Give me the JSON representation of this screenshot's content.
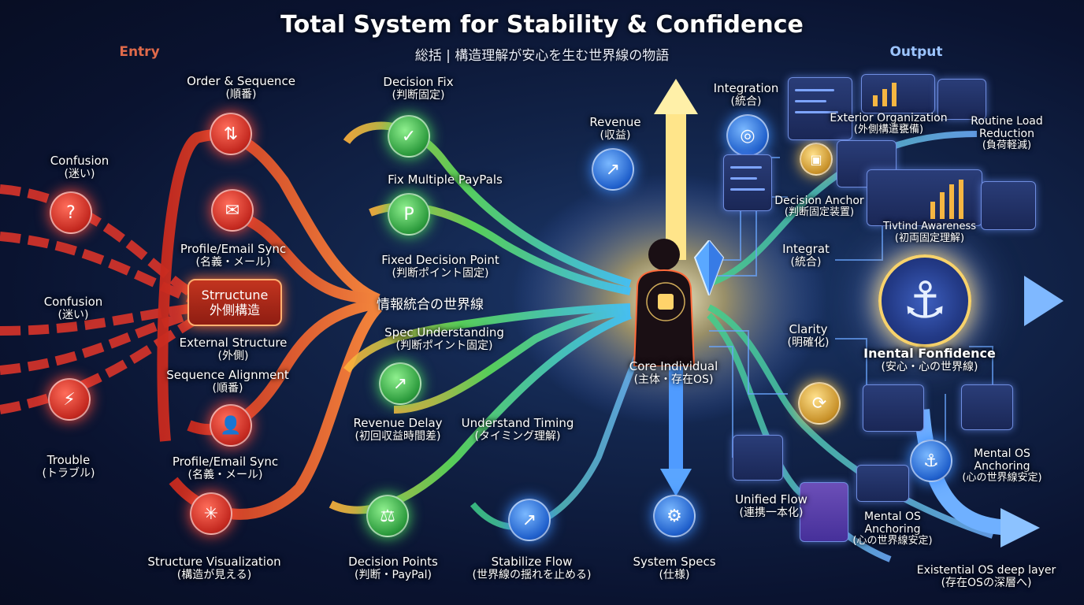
{
  "header": {
    "title": "Total System for Stability & Confidence",
    "subtitle": "総括 | 構造理解が安心を生む世界線の物語",
    "entry_label": "Entry",
    "output_label": "Output"
  },
  "colors": {
    "entry": "#ff5a3c",
    "green": "#4ee060",
    "blue": "#3d8dff",
    "gold": "#ffd76a",
    "entry_label": "#e06a4a",
    "output_label": "#9cc4ff"
  },
  "center_band": "情報統合の世界線",
  "structure_box": {
    "en": "Strructune",
    "jp": "外側構造"
  },
  "labels": {
    "order_sequence": {
      "en": "Order & Sequence",
      "jp": "(順番)"
    },
    "confusion_1": {
      "en": "Confusion",
      "jp": "(迷い)"
    },
    "profile_email_1": {
      "en": "Profile/Email Sync",
      "jp": "(名義・メール)"
    },
    "confusion_2": {
      "en": "Confusion",
      "jp": "(迷い)"
    },
    "external_structure": {
      "en": "External Structure",
      "jp": "(外側)"
    },
    "sequence_alignment": {
      "en": "Sequence Alignment",
      "jp": "(順番)"
    },
    "trouble": {
      "en": "Trouble",
      "jp": "(トラブル)"
    },
    "profile_email_2": {
      "en": "Profile/Email Sync",
      "jp": "(名義・メール)"
    },
    "structure_visualization": {
      "en": "Structure Visualization",
      "jp": "(構造が見える)"
    },
    "decision_fix": {
      "en": "Decision Fix",
      "jp": "(判断固定)"
    },
    "fix_paypals": {
      "en": "Fix Multiple PayPals",
      "jp": ""
    },
    "fixed_decision_point": {
      "en": "Fixed Decision Point",
      "jp": "(判断ポイント固定)"
    },
    "spec_understanding": {
      "en": "Spec Understanding",
      "jp": "(判断ポイント固定)"
    },
    "revenue_delay": {
      "en": "Revenue Delay",
      "jp": "(初回収益時間差)"
    },
    "understand_timing": {
      "en": "Understand Timing",
      "jp": "(タイミング理解)"
    },
    "decision_points": {
      "en": "Decision Points",
      "jp": "(判断・PayPal)"
    },
    "stabilize_flow": {
      "en": "Stabilize Flow",
      "jp": "(世界線の揺れを止める)"
    },
    "revenue": {
      "en": "Revenue",
      "jp": "(収益)"
    },
    "core_individual": {
      "en": "Core Individual",
      "jp": "(主体・存在OS)"
    },
    "system_specs": {
      "en": "System Specs",
      "jp": "(仕様)"
    },
    "integration": {
      "en": "Integration",
      "jp": "(統合)"
    },
    "exterior_org": {
      "en": "Exterior Organization",
      "jp": "(外側構遣甕備)"
    },
    "routine_load": {
      "en": "Routine Load Reduction",
      "jp": "(負荷軽減)"
    },
    "decision_anchor": {
      "en": "Decision Anchor",
      "jp": "(判断固定装置)"
    },
    "tivtind_awareness": {
      "en": "Tivtind Awareness",
      "jp": "(初両固定理解)"
    },
    "integrat": {
      "en": "Integrat",
      "jp": "(統合)"
    },
    "clarity": {
      "en": "Clarity",
      "jp": "(明確化)"
    },
    "inental_fonfidence": {
      "en": "Inental Fonfidence",
      "jp": "(安心・心の世界線)"
    },
    "mental_os_1": {
      "en": "Mental OS Anchoring",
      "jp": "(心の世界線安定)"
    },
    "unified_flow": {
      "en": "Unified Flow",
      "jp": "(連携一本化)"
    },
    "mental_os_2": {
      "en": "Mental OS Anchoring",
      "jp": "(心の世界線安定)"
    },
    "existential_os": {
      "en": "Existential OS deep layer",
      "jp": "(存在OSの深層へ)"
    }
  },
  "icons": {
    "order": "up-down-arrows-icon",
    "confusion": "question-mark-icon",
    "email": "envelope-icon",
    "trouble": "lightning-icon",
    "profile": "user-icon",
    "structure": "network-icon",
    "decision_fix": "checkmark-icon",
    "paypal": "paypal-icon",
    "revenue_delay": "chart-up-icon",
    "decision_points": "scales-icon",
    "stabilize": "chart-up-icon",
    "revenue": "trend-up-icon",
    "system_specs": "gear-icon",
    "integration": "target-icon",
    "anchor": "anchor-icon"
  }
}
